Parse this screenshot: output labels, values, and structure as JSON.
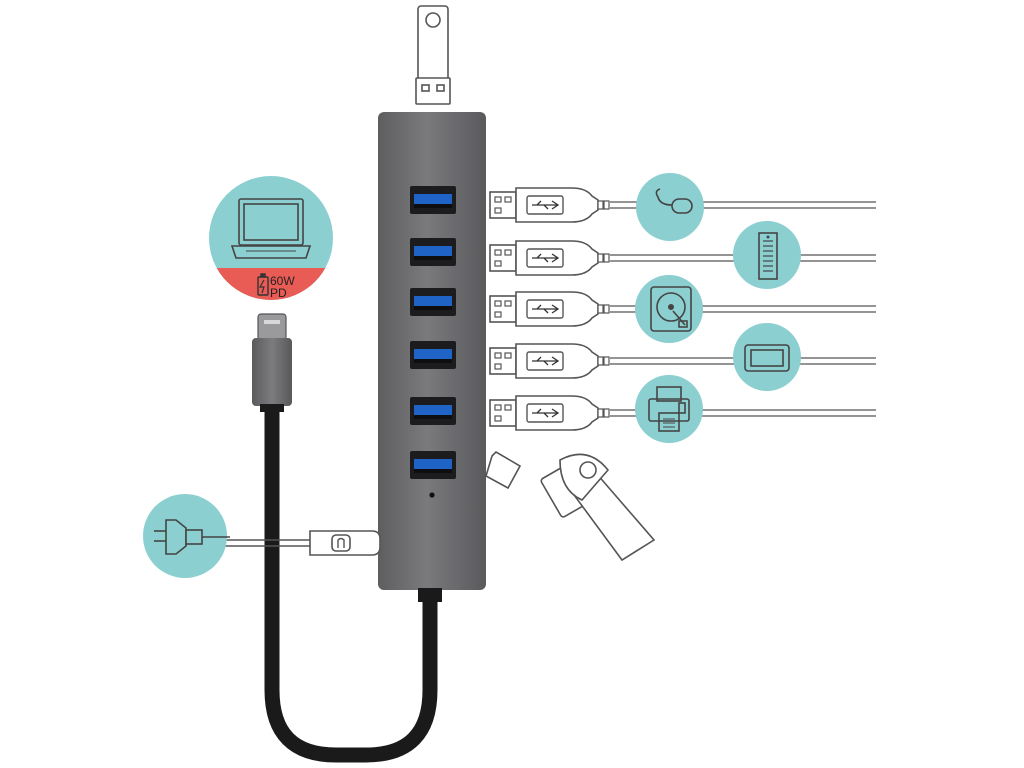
{
  "pd_badge": {
    "power": "60W",
    "protocol": "PD",
    "icons": [
      "laptop-icon",
      "battery-icon"
    ],
    "colors": {
      "circle": "#8ccfd1",
      "band": "#e85c55"
    }
  },
  "hub": {
    "body_color": "#6f6f72",
    "port_color": "#1f63c6",
    "usb_a_port_count": 6,
    "has_status_led": true
  },
  "devices": [
    {
      "icon": "mouse-icon",
      "connector": "usb-a-superspeed"
    },
    {
      "icon": "desktop-tower-icon",
      "connector": "usb-a-superspeed"
    },
    {
      "icon": "hard-drive-icon",
      "connector": "usb-a-superspeed"
    },
    {
      "icon": "tablet-icon",
      "connector": "usb-a-superspeed"
    },
    {
      "icon": "printer-icon",
      "connector": "usb-a-superspeed"
    },
    {
      "icon": "flash-drive-icon",
      "connector": "usb-a"
    }
  ],
  "power_input": {
    "icon": "power-plug-icon",
    "connector": "usb-c"
  },
  "colors": {
    "accent": "#8ccfd1",
    "line": "#555555",
    "cable": "#1a1a1a"
  }
}
